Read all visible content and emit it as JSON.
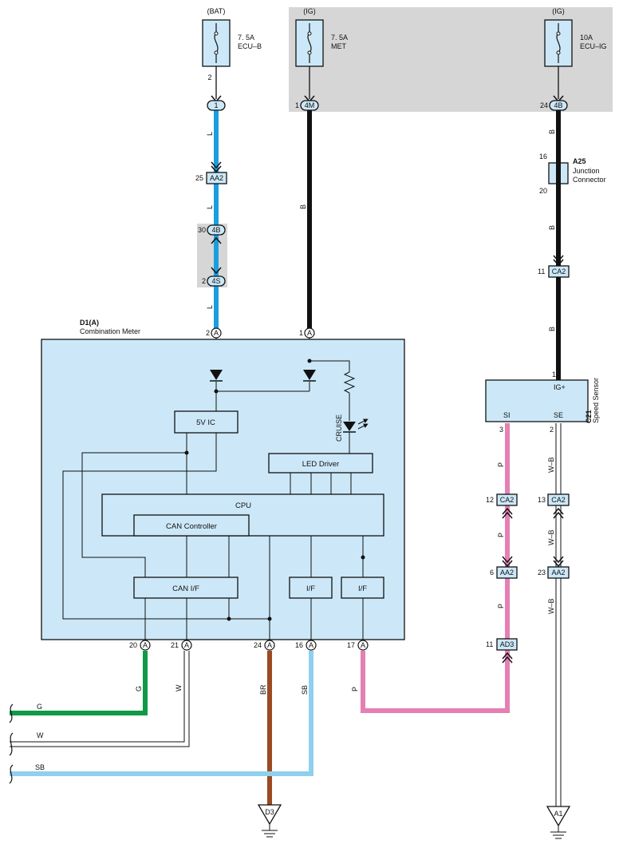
{
  "fuses": [
    {
      "source": "(BAT)",
      "rating": "7. 5A",
      "name": "ECU–B",
      "pin": "2"
    },
    {
      "source": "(IG)",
      "rating": "7. 5A",
      "name": "MET"
    },
    {
      "source": "(IG)",
      "rating": "10A",
      "name": "ECU–IG"
    }
  ],
  "connectors": {
    "c1": {
      "label": "1",
      "pin": "2"
    },
    "aa2a": {
      "label": "AA2",
      "pin": "25"
    },
    "b4b": {
      "label": "4B",
      "pin": "30"
    },
    "s4s": {
      "label": "4S",
      "pin": "2"
    },
    "m4m": {
      "label": "4M",
      "pin": "1"
    },
    "g4b": {
      "label": "4B",
      "pin": "24"
    },
    "ca2r": {
      "label": "CA2",
      "pin": "11"
    },
    "ca2p": {
      "label": "CA2",
      "pin": "12"
    },
    "ca2w": {
      "label": "CA2",
      "pin": "13"
    },
    "aa2p": {
      "label": "AA2",
      "pin": "6"
    },
    "aa2w": {
      "label": "AA2",
      "pin": "23"
    },
    "ad3": {
      "label": "AD3",
      "pin": "11"
    }
  },
  "junction": {
    "id": "A25",
    "name1": "Junction",
    "name2": "Connector",
    "pin_top": "16",
    "pin_bottom": "20"
  },
  "meter": {
    "id": "D1(A)",
    "name": "Combination Meter",
    "pin_a": "A"
  },
  "meter_pins": {
    "top": [
      "2",
      "1"
    ],
    "bottom": [
      "20",
      "21",
      "24",
      "16",
      "17"
    ]
  },
  "blocks": {
    "ic5v": "5V IC",
    "led": "LED Driver",
    "cpu": "CPU",
    "can_ctrl": "CAN Controller",
    "can_if": "CAN I/F",
    "if1": "I/F",
    "if2": "I/F",
    "cruise": "CRUISE"
  },
  "sensor": {
    "id": "C21",
    "name": "Speed Sensor",
    "igp": "IG+",
    "si": "SI",
    "se": "SE",
    "pin_ig": "1",
    "pin_si": "3",
    "pin_se": "2"
  },
  "wires": {
    "L": "L",
    "B": "B",
    "P": "P",
    "WB": "W–B",
    "G": "G",
    "W": "W",
    "BR": "BR",
    "SB": "SB"
  },
  "grounds": {
    "d3": "D3",
    "a1": "A1"
  },
  "colors": {
    "blue": "#1a9ee0",
    "black": "#111111",
    "pink": "#e57fb4",
    "green": "#0e9a47",
    "brown": "#9a4a22",
    "lightblue": "#8fd0ef",
    "box": "#cce8f8",
    "shade": "#d6d6d6"
  }
}
